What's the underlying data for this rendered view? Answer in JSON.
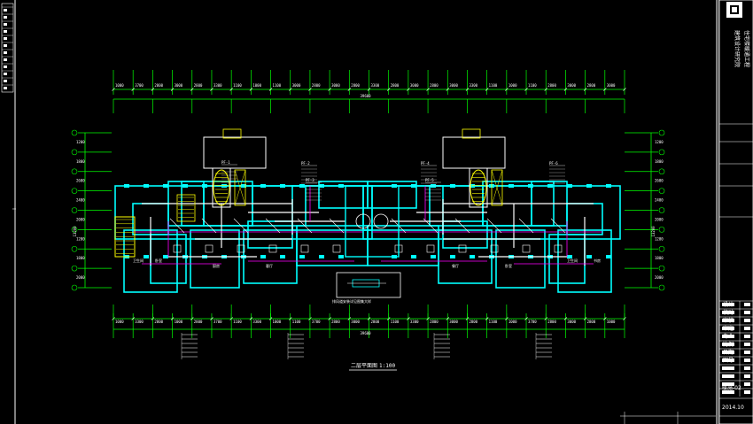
{
  "drawing": {
    "title": "二层平面图",
    "scale": "1:100",
    "colors": {
      "background": "#000000",
      "axis": "#00ff00",
      "wall": "#00ffff",
      "duct": "#ffffff",
      "pipe": "#ff00ff",
      "stair": "#ffff00",
      "annotation": "#ffffff"
    },
    "top_dims": [
      "1000",
      "3700",
      "2800",
      "3000",
      "2800",
      "3300",
      "1100",
      "1000",
      "1100",
      "3000",
      "2800",
      "3000",
      "2800",
      "3300",
      "2800",
      "3000",
      "2800",
      "3000",
      "3300",
      "1100",
      "1000",
      "1100",
      "2800",
      "3000",
      "2800",
      "3000"
    ],
    "bottom_dims": [
      "1000",
      "3300",
      "2800",
      "1000",
      "2800",
      "3700",
      "1100",
      "3300",
      "1000",
      "1100",
      "3700",
      "2800",
      "3000",
      "2800",
      "1100",
      "3300",
      "2800",
      "3000",
      "2800",
      "1100",
      "1000",
      "3700",
      "2800",
      "3000",
      "2800",
      "1000"
    ],
    "total_top": "39600",
    "total_bottom": "39600",
    "left_dims": [
      "1200",
      "1800",
      "2600",
      "2400",
      "2000",
      "1200",
      "1800",
      "2000"
    ],
    "right_dims": [
      "1200",
      "1800",
      "2600",
      "2400",
      "2000",
      "1200",
      "1800",
      "2000"
    ],
    "left_total": "13200",
    "right_total": "13200",
    "room_labels": [
      "卫生间",
      "卧室",
      "厨房",
      "客厅",
      "餐厅",
      "卧室",
      "卫生间",
      "书房"
    ],
    "legend_note": "排风道安装详见图集大样",
    "annotations": [
      "PF-1",
      "PF-2",
      "PF-3",
      "PF-4",
      "PF-5",
      "PF-6"
    ]
  },
  "title_block": {
    "company": "建筑设计研究院",
    "project": "住宅楼暖通工程",
    "sheet_no": "暖施-02",
    "date": "2014.10",
    "rows": [
      "设计",
      "校对",
      "审核",
      "审定",
      "专业",
      "比例",
      "日期",
      "图号"
    ]
  }
}
